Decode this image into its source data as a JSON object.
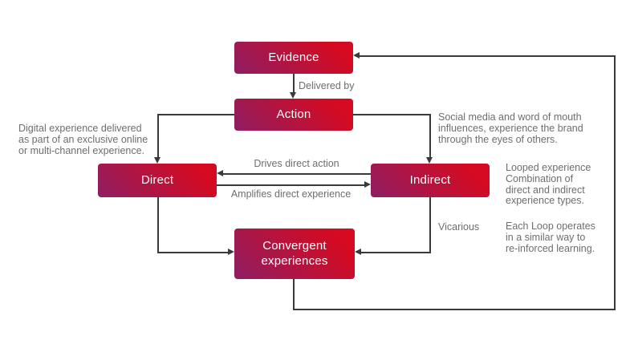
{
  "diagram": {
    "nodes": {
      "evidence": {
        "label": "Evidence"
      },
      "action": {
        "label": "Action"
      },
      "direct": {
        "label": "Direct"
      },
      "indirect": {
        "label": "Indirect"
      },
      "convergent": {
        "label": "Convergent experiences"
      }
    },
    "edge_labels": {
      "delivered_by": "Delivered by",
      "drives_direct_action": "Drives direct action",
      "amplifies_direct_experience": "Amplifies direct experience",
      "vicarious": "Vicarious"
    },
    "annotations": {
      "digital_experience": "Digital experience delivered\nas part of an exclusive online\nor multi-channel experience.",
      "social_media": "Social media and word of mouth\ninfluences, experience the brand\nthrough the eyes of others.",
      "looped_experience": "Looped experience\nCombination of\ndirect and indirect\nexperience types.",
      "each_loop": "Each Loop operates\nin a similar way to\nre-inforced learning."
    },
    "colors": {
      "box_gradient_start": "#8e1e63",
      "box_gradient_end": "#d60a20",
      "line": "#3a3a3b",
      "text_gray": "#6d6e71",
      "box_text": "#ffffff"
    }
  }
}
